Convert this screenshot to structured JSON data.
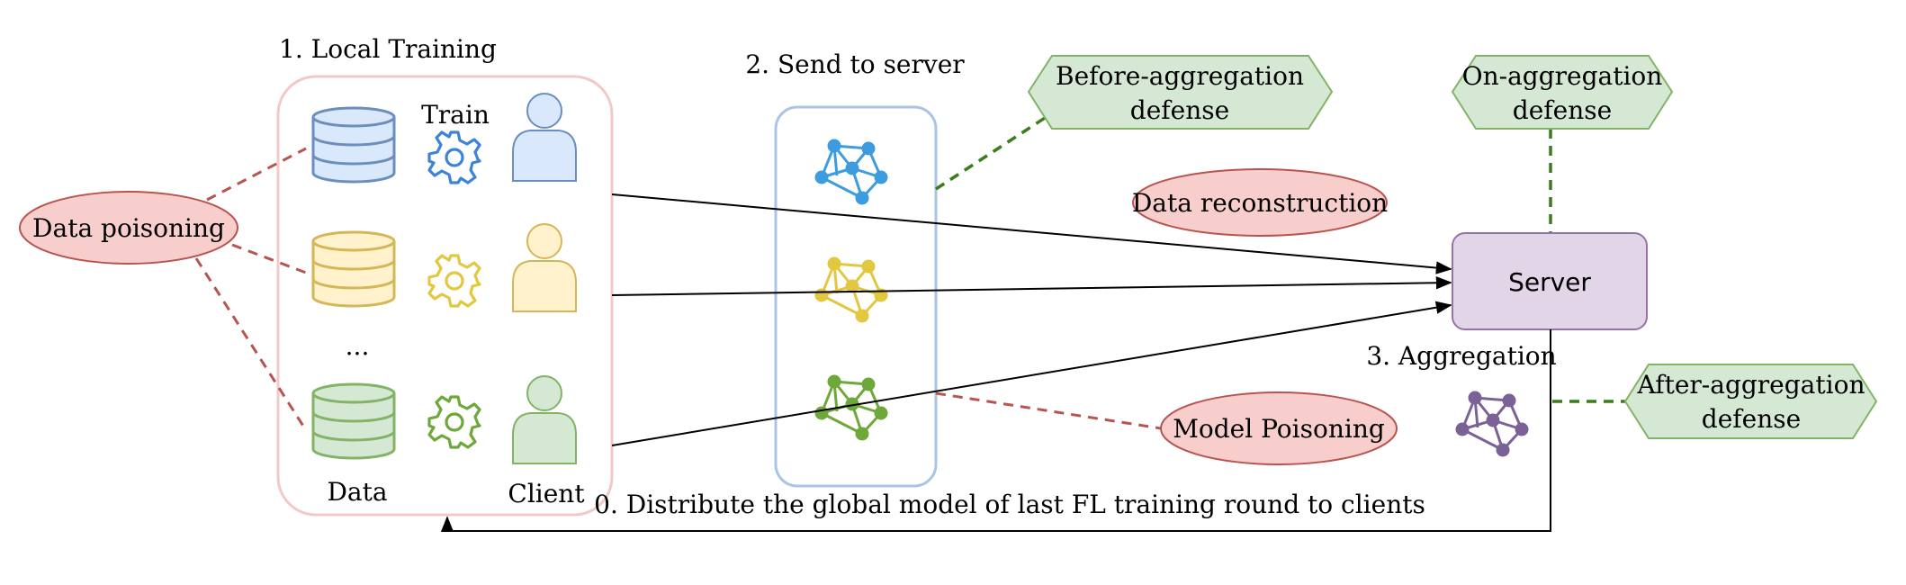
{
  "labels": {
    "local_training": "1. Local Training",
    "train": "Train",
    "dots": "...",
    "data": "Data",
    "client": "Client",
    "send_to_server": "2. Send to server",
    "aggregation": "3. Aggregation",
    "distribute": "0. Distribute the global model of last FL training round to clients",
    "server": "Server"
  },
  "attacks": {
    "data_poisoning": "Data poisoning",
    "data_reconstruction": "Data reconstruction",
    "model_poisoning": "Model Poisoning"
  },
  "defenses": {
    "before": [
      "Before-aggregation",
      "defense"
    ],
    "on": [
      "On-aggregation",
      "defense"
    ],
    "after": [
      "After-aggregation",
      "defense"
    ]
  },
  "icons": {
    "database": "database-icon",
    "gear": "gear-icon",
    "client": "user-icon",
    "model": "graph-network-icon"
  },
  "colors": {
    "blue": "#6c8ebf",
    "blue_fill": "#dae8fc",
    "blue_node": "#3d9be0",
    "yellow": "#d6b656",
    "yellow_fill": "#fff2cc",
    "yellow_node": "#e2c740",
    "green": "#82b366",
    "green_fill": "#d5e8d4",
    "green_node": "#6fa83a",
    "purple": "#9673a6",
    "purple_fill": "#e1d5e7",
    "purple_node": "#7a6296",
    "red": "#b85450",
    "red_fill": "#f8cecc",
    "defense_fill": "#d5e8d4",
    "defense_stroke": "#82b366",
    "defense_link": "#3e7a1e",
    "attack_link": "#b85450",
    "panel_border": "#f4c8c8",
    "send_border": "#a9c4e6"
  }
}
